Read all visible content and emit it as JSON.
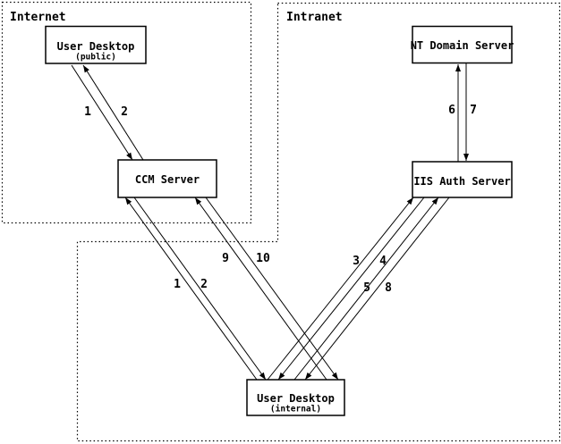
{
  "diagram": {
    "type": "network-flow-diagram",
    "colors": {
      "background": "#ffffff",
      "ink": "#000000"
    },
    "zones": [
      {
        "id": "internet",
        "label": "Internet"
      },
      {
        "id": "intranet",
        "label": "Intranet"
      }
    ],
    "nodes": [
      {
        "id": "user-desktop-public",
        "title": "User Desktop",
        "subtitle": "(public)"
      },
      {
        "id": "ccm-server",
        "title": "CCM Server"
      },
      {
        "id": "nt-domain-server",
        "title": "NT Domain Server"
      },
      {
        "id": "iis-auth-server",
        "title": "IIS Auth Server"
      },
      {
        "id": "user-desktop-internal",
        "title": "User Desktop",
        "subtitle": "(internal)"
      }
    ],
    "flows": [
      {
        "label": "1",
        "from": "user-desktop-public",
        "to": "ccm-server"
      },
      {
        "label": "2",
        "from": "ccm-server",
        "to": "user-desktop-public"
      },
      {
        "label": "1",
        "from": "user-desktop-internal",
        "to": "ccm-server"
      },
      {
        "label": "2",
        "from": "ccm-server",
        "to": "user-desktop-internal"
      },
      {
        "label": "9",
        "from": "user-desktop-internal",
        "to": "ccm-server"
      },
      {
        "label": "10",
        "from": "ccm-server",
        "to": "user-desktop-internal"
      },
      {
        "label": "3",
        "from": "user-desktop-internal",
        "to": "iis-auth-server"
      },
      {
        "label": "4",
        "from": "iis-auth-server",
        "to": "user-desktop-internal"
      },
      {
        "label": "5",
        "from": "user-desktop-internal",
        "to": "iis-auth-server"
      },
      {
        "label": "8",
        "from": "iis-auth-server",
        "to": "user-desktop-internal"
      },
      {
        "label": "6",
        "from": "iis-auth-server",
        "to": "nt-domain-server"
      },
      {
        "label": "7",
        "from": "nt-domain-server",
        "to": "iis-auth-server"
      }
    ]
  }
}
